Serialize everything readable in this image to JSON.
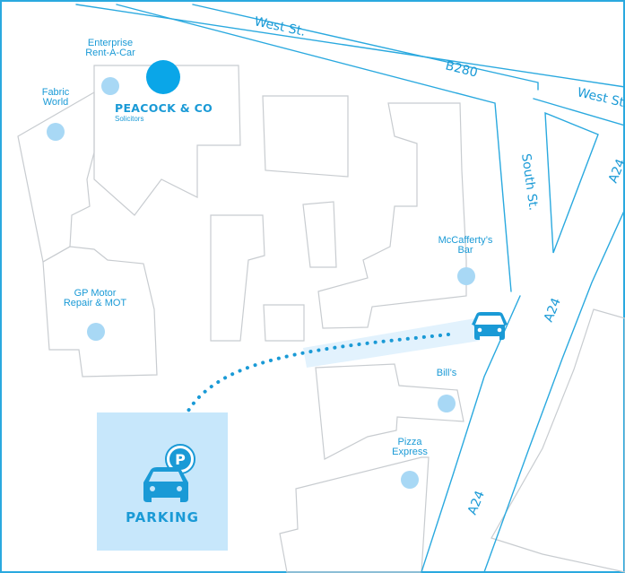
{
  "map": {
    "roads": {
      "west_st_top": "West St.",
      "b280": "B280",
      "west_st_right": "West St.",
      "south_st": "South St.",
      "a24_upper": "A24",
      "a24_middle": "A24",
      "a24_lower": "A24"
    },
    "destination": {
      "name": "PEACOCK & CO",
      "subtitle": "Solicitors"
    },
    "pois": [
      {
        "name_line1": "Enterprise",
        "name_line2": "Rent-A-Car"
      },
      {
        "name_line1": "Fabric",
        "name_line2": "World"
      },
      {
        "name_line1": "McCafferty’s",
        "name_line2": "Bar"
      },
      {
        "name_line1": "GP Motor",
        "name_line2": "Repair & MOT"
      },
      {
        "name_line1": "Bill’s",
        "name_line2": ""
      },
      {
        "name_line1": "Pizza",
        "name_line2": "Express"
      }
    ],
    "parking": {
      "label": "PARKING",
      "sign_letter": "P"
    },
    "icons": {
      "car": "car-icon",
      "parking_sign": "parking-sign-icon",
      "destination_marker": "destination-marker-icon",
      "poi_marker": "poi-marker-icon"
    },
    "colors": {
      "accent": "#1a9ad6",
      "destination_marker": "#0aa6e8",
      "poi_marker": "#a8d8f5",
      "parking_bg": "#c7e7fb",
      "route_highlight": "#e2f2fd",
      "building_outline": "#c8ccd0"
    }
  }
}
